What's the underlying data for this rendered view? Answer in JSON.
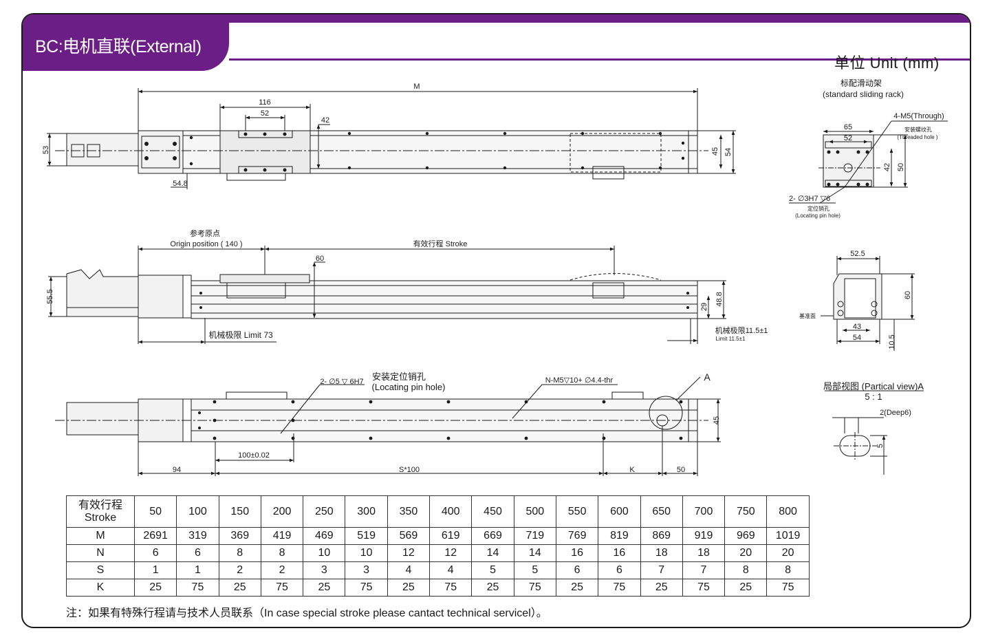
{
  "header": {
    "title": "BC:电机直联(External)"
  },
  "unit_label": "单位 Unit (mm)",
  "top_view": {
    "dim_M": "M",
    "dim_116": "116",
    "dim_52": "52",
    "dim_42": "42",
    "dim_53": "53",
    "dim_45": "45",
    "dim_54": "54",
    "dim_548": "54.8"
  },
  "slider_detail": {
    "title_cn": "标配滑动架",
    "title_en": "(standard sliding rack)",
    "thread_label": "4-M5(Through)",
    "thread_cn": "安装螺纹孔",
    "thread_en": "(Threaded hole )",
    "pin_label": "2- ∅3H7 ▽6",
    "pin_cn": "定位销孔",
    "pin_en": "(Locating pin hole)",
    "dim_65": "65",
    "dim_52": "52",
    "dim_42": "42",
    "dim_50": "50"
  },
  "side_view": {
    "origin_cn": "参考原点",
    "origin_en": "Origin position ( 140 )",
    "stroke": "有效行程  Stroke",
    "dim_60": "60",
    "dim_555": "55.5",
    "dim_29": "29",
    "dim_488": "48.8",
    "limit_left": "机械极限 Limit  73",
    "limit_right_cn": "机械极限11.5±1",
    "limit_right_en": "Limit  11.5±1"
  },
  "end_view": {
    "dim_525": "52.5",
    "dim_60": "60",
    "dim_43": "43",
    "dim_54": "54",
    "dim_105": "10.5",
    "datum": "基准面"
  },
  "bottom_view": {
    "pin_label": "2- ∅5 ▽ 6H7",
    "pin_cn": "安装定位销孔",
    "pin_en": "(Locating pin hole)",
    "nm_label": "N-M5▽10+ ∅4.4-thr",
    "mark_A": "A",
    "dim_45": "45",
    "dim_100": "100±0.02",
    "dim_94": "94",
    "dim_s100": "S*100",
    "dim_K": "K",
    "dim_50": "50"
  },
  "partial_view": {
    "title": "局部视图 (Partical view)A",
    "scale": "5 : 1",
    "deep": "2(Deep6)",
    "dim_5": "5"
  },
  "table": {
    "row_labels": [
      {
        "cn": "有效行程",
        "en": "Stroke"
      },
      {
        "cn": "M"
      },
      {
        "cn": "N"
      },
      {
        "cn": "S"
      },
      {
        "cn": "K"
      }
    ],
    "stroke": [
      "50",
      "100",
      "150",
      "200",
      "250",
      "300",
      "350",
      "400",
      "450",
      "500",
      "550",
      "600",
      "650",
      "700",
      "750",
      "800"
    ],
    "M": [
      "2691",
      "319",
      "369",
      "419",
      "469",
      "519",
      "569",
      "619",
      "669",
      "719",
      "769",
      "819",
      "869",
      "919",
      "969",
      "1019"
    ],
    "N": [
      "6",
      "6",
      "8",
      "8",
      "10",
      "10",
      "12",
      "12",
      "14",
      "14",
      "16",
      "16",
      "18",
      "18",
      "20",
      "20"
    ],
    "S": [
      "1",
      "1",
      "2",
      "2",
      "3",
      "3",
      "4",
      "4",
      "5",
      "5",
      "6",
      "6",
      "7",
      "7",
      "8",
      "8"
    ],
    "K": [
      "25",
      "75",
      "25",
      "75",
      "25",
      "75",
      "25",
      "75",
      "25",
      "75",
      "25",
      "75",
      "25",
      "75",
      "25",
      "75"
    ]
  },
  "footnote": "注：如果有特殊行程请与技术人员联系（In case special stroke please cantact technical servicel）。",
  "colors": {
    "brand": "#6b1f86",
    "line": "#1a1a1a",
    "fill": "#f0f0f0"
  }
}
